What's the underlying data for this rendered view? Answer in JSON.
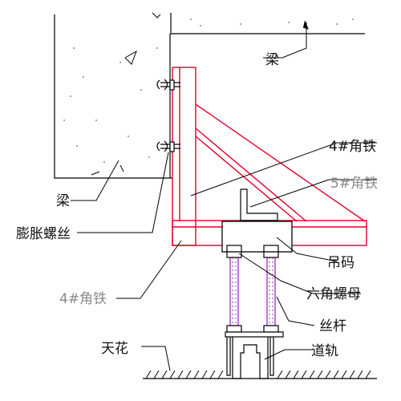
{
  "labels": {
    "beam_top": "梁",
    "beam_left": "梁",
    "expansion_bolt": "膨胀螺丝",
    "angle_4_top": "4#角铁",
    "angle_5": "5#角铁",
    "angle_4_bottom": "4#角铁",
    "hanger_clamp": "吊码",
    "hex_nut": "六角螺母",
    "threaded_rod": "丝杆",
    "ceiling": "天花",
    "rail": "道轨"
  },
  "colors": {
    "outline": "#000000",
    "steel": "#e0002a",
    "rod": "#9b2fc4",
    "label_muted": "#8a8a8a",
    "concrete_dots": "#666666"
  }
}
